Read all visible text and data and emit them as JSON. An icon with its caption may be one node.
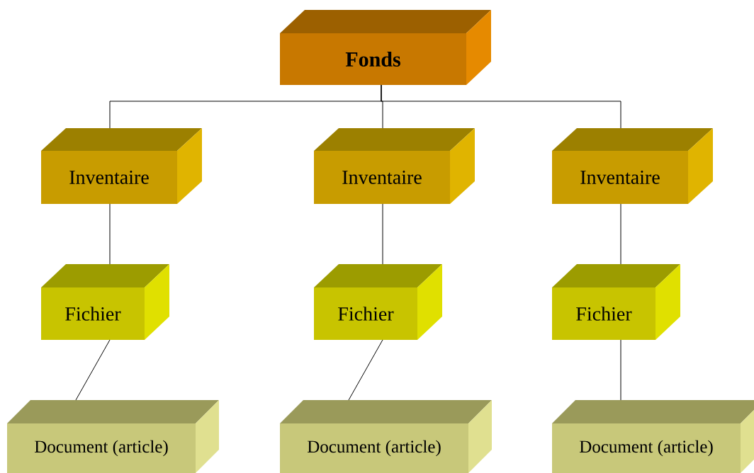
{
  "diagram": {
    "nodes": [
      {
        "text": [
          "Fonds"
        ]
      },
      {
        "text": [
          "Inventaire"
        ]
      },
      {
        "text": [
          "Inventaire"
        ]
      },
      {
        "text": [
          "Inventaire"
        ]
      },
      {
        "text": [
          "Fichier"
        ]
      },
      {
        "text": [
          "Fichier"
        ]
      },
      {
        "text": [
          "Fichier"
        ]
      },
      {
        "text": [
          "Document (article)"
        ]
      },
      {
        "text": [
          "Document (article)"
        ]
      },
      {
        "text": [
          "Document (article)"
        ]
      }
    ],
    "edges": [
      {
        "from": 0,
        "to": 1,
        "arrow": "none"
      },
      {
        "from": 0,
        "to": 2,
        "arrow": "none"
      },
      {
        "from": 0,
        "to": 3,
        "arrow": "none"
      },
      {
        "from": 1,
        "to": 4,
        "arrow": "none"
      },
      {
        "from": 2,
        "to": 5,
        "arrow": "none"
      },
      {
        "from": 3,
        "to": 6,
        "arrow": "none"
      },
      {
        "from": 4,
        "to": 7,
        "arrow": "none"
      },
      {
        "from": 5,
        "to": 8,
        "arrow": "none"
      },
      {
        "from": 6,
        "to": 9,
        "arrow": "none"
      }
    ]
  }
}
